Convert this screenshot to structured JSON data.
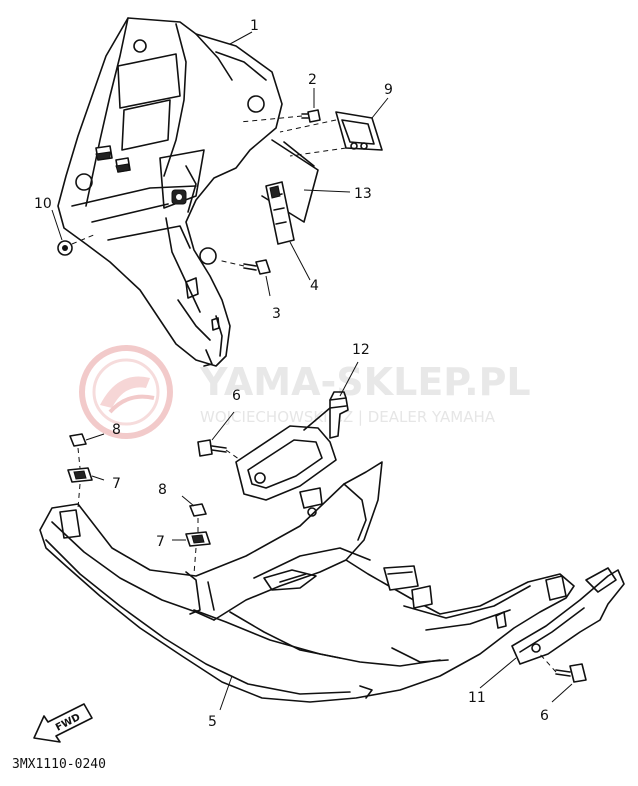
{
  "diagram": {
    "callouts": [
      {
        "id": "c1",
        "text": "1"
      },
      {
        "id": "c2",
        "text": "2"
      },
      {
        "id": "c3",
        "text": "3"
      },
      {
        "id": "c4",
        "text": "4"
      },
      {
        "id": "c5",
        "text": "5"
      },
      {
        "id": "c6a",
        "text": "6"
      },
      {
        "id": "c6b",
        "text": "6"
      },
      {
        "id": "c7a",
        "text": "7"
      },
      {
        "id": "c7b",
        "text": "7"
      },
      {
        "id": "c8a",
        "text": "8"
      },
      {
        "id": "c8b",
        "text": "8"
      },
      {
        "id": "c9",
        "text": "9"
      },
      {
        "id": "c10",
        "text": "10"
      },
      {
        "id": "c11",
        "text": "11"
      },
      {
        "id": "c12",
        "text": "12"
      },
      {
        "id": "c13",
        "text": "13"
      }
    ],
    "fwd_label": "FWD",
    "diagram_code": "3MX1110-0240"
  },
  "watermark": {
    "brand": "YAMA-SKLEP.PL",
    "subtitle": "WOJCIECHOWSKI.CZ | DEALER YAMAHA",
    "logo_color": "#e9a0a0"
  }
}
